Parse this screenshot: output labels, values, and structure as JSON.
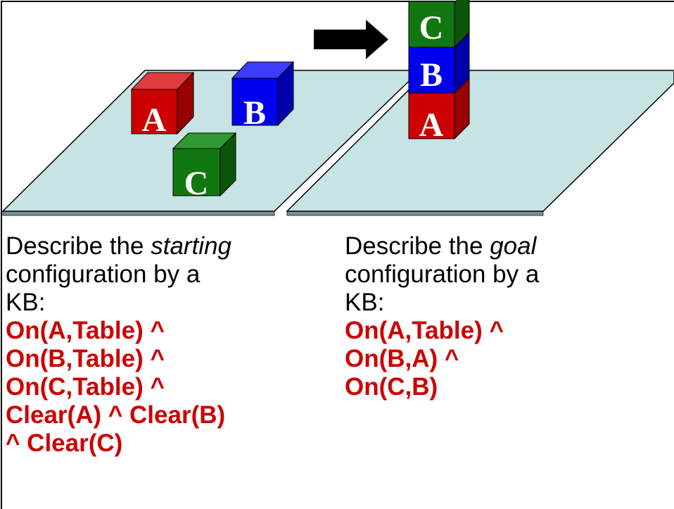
{
  "scene": {
    "blocks": {
      "a_label": "A",
      "b_label": "B",
      "c_label": "C"
    },
    "colors": {
      "table_fill": "#c7e3e4",
      "red_front": "#cc0000",
      "red_top": "#e03a3a",
      "red_side": "#990000",
      "blue_front": "#0000ee",
      "blue_top": "#3c3cff",
      "blue_side": "#0000aa",
      "green_front": "#117711",
      "green_top": "#2f9a2f",
      "green_side": "#0b550b",
      "arrow": "#000000"
    },
    "arrow_icon": "right-arrow-icon"
  },
  "left": {
    "intro_prefix": "Describe the ",
    "intro_emph": "starting",
    "line2": "configuration by a",
    "line3": "KB:",
    "kb": [
      "On(A,Table) ^",
      "On(B,Table) ^",
      "On(C,Table) ^",
      "Clear(A) ^ Clear(B)",
      "^ Clear(C)"
    ]
  },
  "right": {
    "intro_prefix": "Describe the ",
    "intro_emph": "goal",
    "line2": "configuration by a",
    "line3": "KB:",
    "kb": [
      "On(A,Table) ^",
      "On(B,A) ^",
      "On(C,B)"
    ]
  }
}
